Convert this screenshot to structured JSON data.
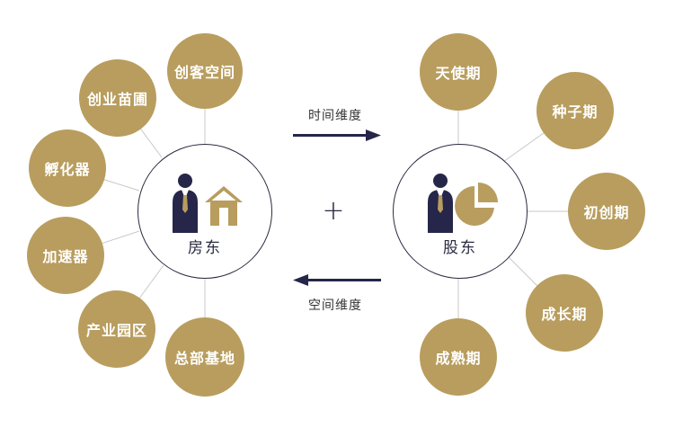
{
  "colors": {
    "gold": "#b89d5e",
    "navy": "#26264a",
    "line": "#c8c8c8"
  },
  "left_hub": {
    "label": "房东",
    "icons": [
      "person-icon",
      "house-icon"
    ]
  },
  "right_hub": {
    "label": "股东",
    "icons": [
      "person-icon",
      "pie-chart-icon"
    ]
  },
  "left_nodes": [
    "创客空间",
    "创业苗圃",
    "孵化器",
    "加速器",
    "产业园区",
    "总部基地"
  ],
  "right_nodes": [
    "天使期",
    "种子期",
    "初创期",
    "成长期",
    "成熟期"
  ],
  "plus": "+",
  "arrows": {
    "top_label": "时间维度",
    "bottom_label": "空间维度"
  }
}
